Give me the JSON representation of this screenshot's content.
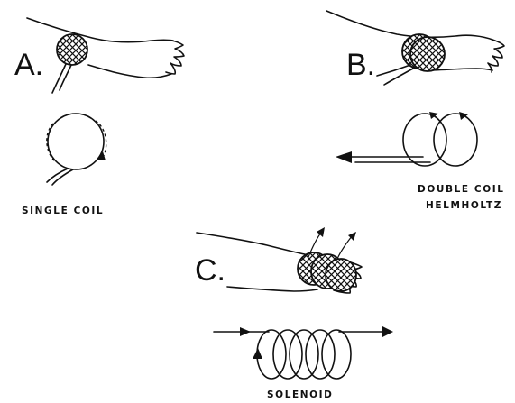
{
  "panels": [
    {
      "letter": "A.",
      "caption": "SINGLE COIL"
    },
    {
      "letter": "B.",
      "caption_line1": "DOUBLE COIL",
      "caption_line2": "HELMHOLTZ"
    },
    {
      "letter": "C.",
      "caption": "SOLENOID"
    }
  ]
}
